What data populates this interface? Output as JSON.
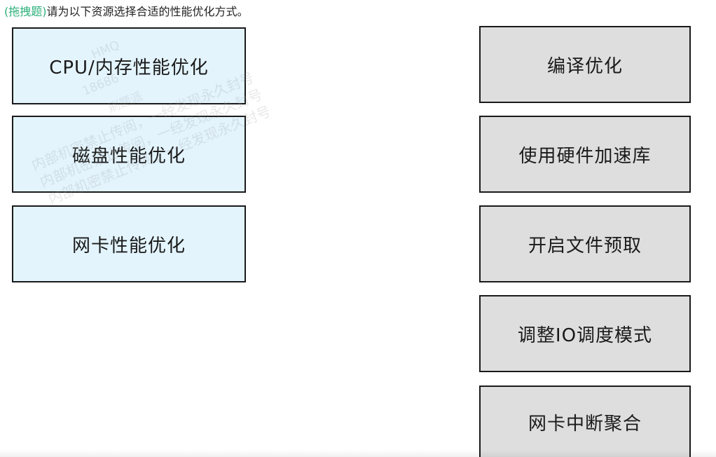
{
  "question": {
    "tag": "(拖拽题)",
    "text": "请为以下资源选择合适的性能优化方式。"
  },
  "sources": [
    {
      "label": "CPU/内存性能优化"
    },
    {
      "label": "磁盘性能优化"
    },
    {
      "label": "网卡性能优化"
    }
  ],
  "targets": [
    {
      "label": "编译优化"
    },
    {
      "label": "使用硬件加速库"
    },
    {
      "label": "开启文件预取"
    },
    {
      "label": "调整IO调度模式"
    },
    {
      "label": "网卡中断聚合"
    }
  ],
  "watermark": {
    "lines": [
      "HMQ",
      "18686",
      "刷题派",
      "内部机密禁止传阅，一经发现永久封号",
      "内部机密禁止传阅，一经发现永久封号",
      "内部机密禁止传阅，一经发现永久封号"
    ]
  },
  "colors": {
    "source_bg": "#e3f4fd",
    "target_bg": "#dedede",
    "tag_color": "#2bb07a"
  }
}
